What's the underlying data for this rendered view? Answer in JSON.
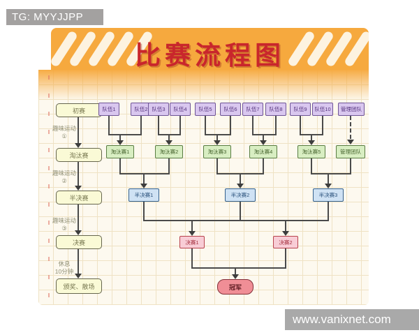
{
  "badge": {
    "text": "TG: MYYJJPP"
  },
  "poster": {
    "title": "比赛流程图"
  },
  "watermark": {
    "text": "www.vanixnet.com"
  },
  "flow": {
    "stages": [
      "初赛",
      "淘汰赛",
      "半决赛",
      "决赛",
      "颁奖、散场"
    ],
    "notes": [
      {
        "line1": "趣味运动",
        "line2": "①"
      },
      {
        "line1": "趣味运动",
        "line2": "②"
      },
      {
        "line1": "趣味运动",
        "line2": "③"
      },
      {
        "line1": "休息",
        "line2": "10分钟"
      }
    ]
  },
  "bracket": {
    "teams": [
      "队伍1",
      "队伍2",
      "队伍3",
      "队伍4",
      "队伍5",
      "队伍6",
      "队伍7",
      "队伍8",
      "队伍9",
      "队伍10"
    ],
    "management_top": "管理团队",
    "eliminations": [
      "淘汰赛1",
      "淘汰赛2",
      "淘汰赛3",
      "淘汰赛4",
      "淘汰赛5"
    ],
    "management_mid": "管理团队",
    "semifinals": [
      "半决赛1",
      "半决赛2",
      "半决赛3"
    ],
    "finals": [
      "决赛1",
      "决赛2"
    ],
    "champion": "冠军"
  },
  "palette": {
    "banner_orange": "#f6a93e",
    "title_red": "#c9262c",
    "paper_cream": "#fdf9ef",
    "stage_yellow": "#fafad6",
    "team_purple": "#d9c7ef",
    "elimination_green": "#d8eec2",
    "semifinal_blue": "#cfe2f4",
    "final_pink": "#f8cdd6",
    "champion_red": "#f08e96",
    "badge_gray": "#a3a1a0"
  }
}
